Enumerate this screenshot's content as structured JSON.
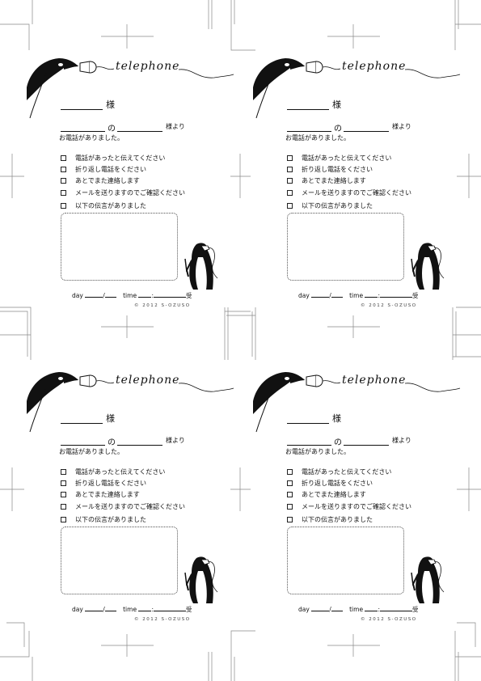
{
  "memos": [
    {
      "header_script": "telephone",
      "sama": "様",
      "no": "の",
      "yori": "様より",
      "intro": "お電話がありました。",
      "checklist": [
        "電話があったと伝えてください",
        "折り返し電話をください",
        "あとでまた連絡します",
        "メールを送りますのでご確認ください",
        "以下の伝言がありました"
      ],
      "day_label": "day",
      "slash": "/",
      "time_label": "time",
      "colon": ":",
      "received": "受",
      "copyright": "© 2012  S-OZUSO"
    },
    {
      "header_script": "telephone",
      "sama": "様",
      "no": "の",
      "yori": "様より",
      "intro": "お電話がありました。",
      "checklist": [
        "電話があったと伝えてください",
        "折り返し電話をください",
        "あとでまた連絡します",
        "メールを送りますのでご確認ください",
        "以下の伝言がありました"
      ],
      "day_label": "day",
      "slash": "/",
      "time_label": "time",
      "colon": ":",
      "received": "受",
      "copyright": "© 2012  S-OZUSO"
    },
    {
      "header_script": "telephone",
      "sama": "様",
      "no": "の",
      "yori": "様より",
      "intro": "お電話がありました。",
      "checklist": [
        "電話があったと伝えてください",
        "折り返し電話をください",
        "あとでまた連絡します",
        "メールを送りますのでご確認ください",
        "以下の伝言がありました"
      ],
      "day_label": "day",
      "slash": "/",
      "time_label": "time",
      "colon": ":",
      "received": "受",
      "copyright": "© 2012  S-OZUSO"
    },
    {
      "header_script": "telephone",
      "sama": "様",
      "no": "の",
      "yori": "様より",
      "intro": "お電話がありました。",
      "checklist": [
        "電話があったと伝えてください",
        "折り返し電話をください",
        "あとでまた連絡します",
        "メールを送りますのでご確認ください",
        "以下の伝言がありました"
      ],
      "day_label": "day",
      "slash": "/",
      "time_label": "time",
      "colon": ":",
      "received": "受",
      "copyright": "© 2012  S-OZUSO"
    }
  ],
  "colors": {
    "ink": "#111111",
    "cropmark": "#888888"
  }
}
